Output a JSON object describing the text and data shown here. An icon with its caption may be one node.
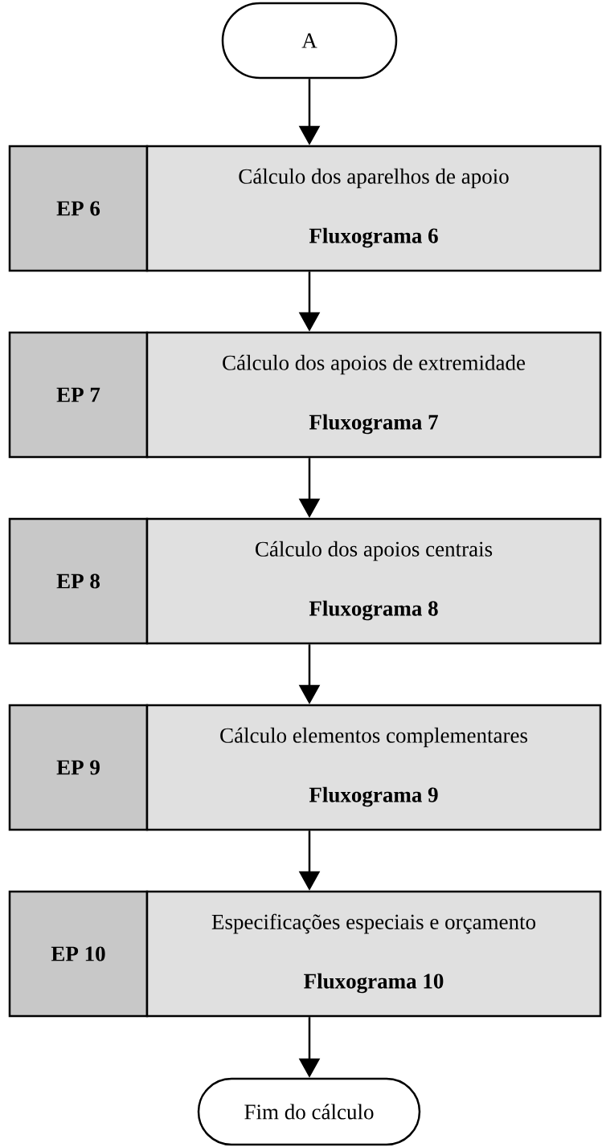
{
  "diagram": {
    "nodes": [
      {
        "text": [
          "A"
        ]
      },
      {
        "text": [
          "EP 6"
        ]
      },
      {
        "text": [
          "Cálculo dos aparelhos de apoio",
          "Fluxograma 6"
        ]
      },
      {
        "text": [
          "EP 7"
        ]
      },
      {
        "text": [
          "Cálculo dos apoios de extremidade",
          "Fluxograma 7"
        ]
      },
      {
        "text": [
          "EP 8"
        ]
      },
      {
        "text": [
          "Cálculo dos apoios centrais",
          "Fluxograma 8"
        ]
      },
      {
        "text": [
          "EP 9"
        ]
      },
      {
        "text": [
          "Cálculo elementos complementares",
          "Fluxograma 9"
        ]
      },
      {
        "text": [
          "EP 10"
        ]
      },
      {
        "text": [
          "Especificações especiais e orçamento",
          "Fluxograma 10"
        ]
      },
      {
        "text": [
          "Fim do cálculo"
        ]
      }
    ],
    "edges": [
      {
        "from": 0,
        "to": 2,
        "arrow": "to"
      },
      {
        "from": 2,
        "to": 4,
        "arrow": "to"
      },
      {
        "from": 4,
        "to": 6,
        "arrow": "to"
      },
      {
        "from": 6,
        "to": 8,
        "arrow": "to"
      },
      {
        "from": 8,
        "to": 10,
        "arrow": "to"
      },
      {
        "from": 10,
        "to": 11,
        "arrow": "to"
      }
    ]
  }
}
